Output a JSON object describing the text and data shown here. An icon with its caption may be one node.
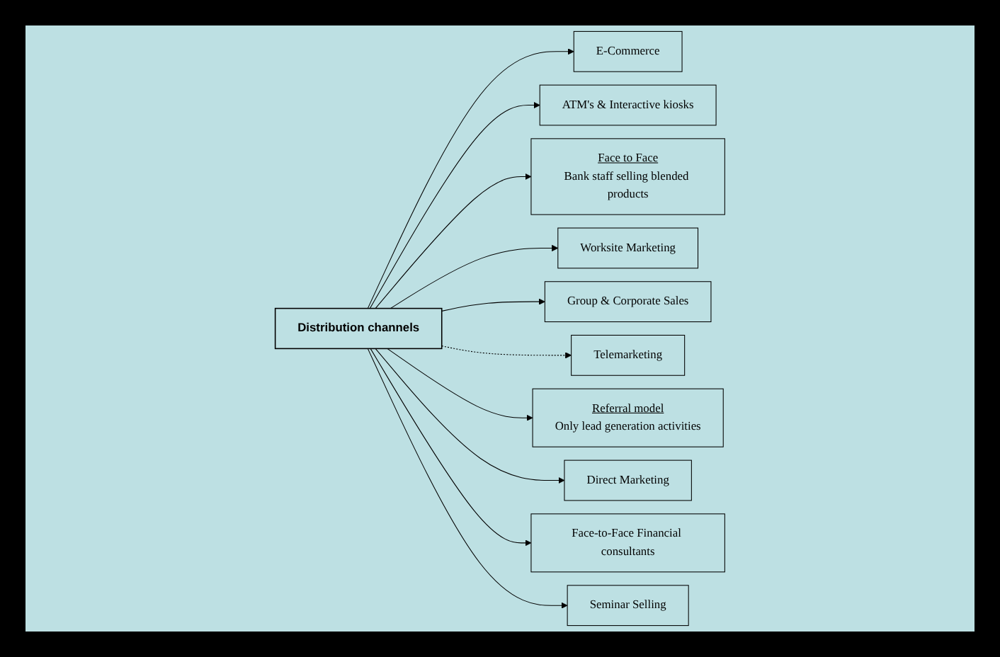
{
  "diagram": {
    "nodes": [
      {
        "text": [
          "Distribution channels"
        ]
      },
      {
        "text": [
          "E-Commerce"
        ]
      },
      {
        "text": [
          "ATM's & Interactive kiosks"
        ]
      },
      {
        "text": [
          "Face to Face",
          "Bank staff selling blended products"
        ]
      },
      {
        "text": [
          "Worksite Marketing"
        ]
      },
      {
        "text": [
          "Group & Corporate Sales"
        ]
      },
      {
        "text": [
          "Telemarketing"
        ]
      },
      {
        "text": [
          "Referral model",
          "Only lead generation activities"
        ]
      },
      {
        "text": [
          "Direct Marketing"
        ]
      },
      {
        "text": [
          "Face-to-Face Financial consultants"
        ]
      },
      {
        "text": [
          "Seminar Selling"
        ]
      }
    ],
    "edges": [
      {
        "from": 0,
        "to": 1,
        "arrow": "to"
      },
      {
        "from": 0,
        "to": 2,
        "arrow": "to"
      },
      {
        "from": 0,
        "to": 3,
        "arrow": "to"
      },
      {
        "from": 0,
        "to": 4,
        "arrow": "to"
      },
      {
        "from": 0,
        "to": 5,
        "arrow": "to"
      },
      {
        "from": 0,
        "to": 6,
        "arrow": "to",
        "style": "dashed"
      },
      {
        "from": 0,
        "to": 7,
        "arrow": "to"
      },
      {
        "from": 0,
        "to": 8,
        "arrow": "to"
      },
      {
        "from": 0,
        "to": 9,
        "arrow": "to"
      },
      {
        "from": 0,
        "to": 10,
        "arrow": "to"
      }
    ]
  }
}
